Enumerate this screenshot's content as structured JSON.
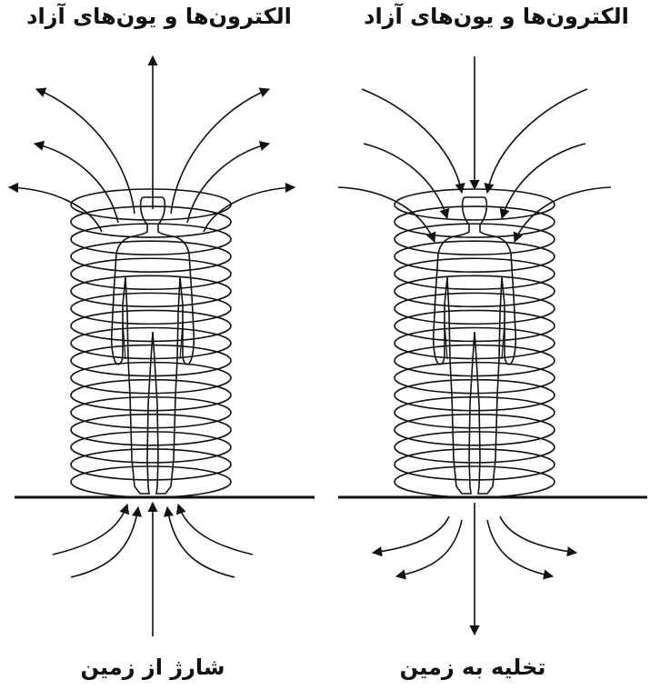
{
  "panels": [
    {
      "id": "charge",
      "top_label": "الکترون‌ها و یون‌های آزاد",
      "bottom_label": "شارژ از زمین"
    },
    {
      "id": "discharge",
      "top_label": "الکترون‌ها و یون‌های آزاد",
      "bottom_label": "تخلیه به زمین"
    }
  ],
  "colors": {
    "ink": "#111111",
    "background": "#ffffff"
  }
}
